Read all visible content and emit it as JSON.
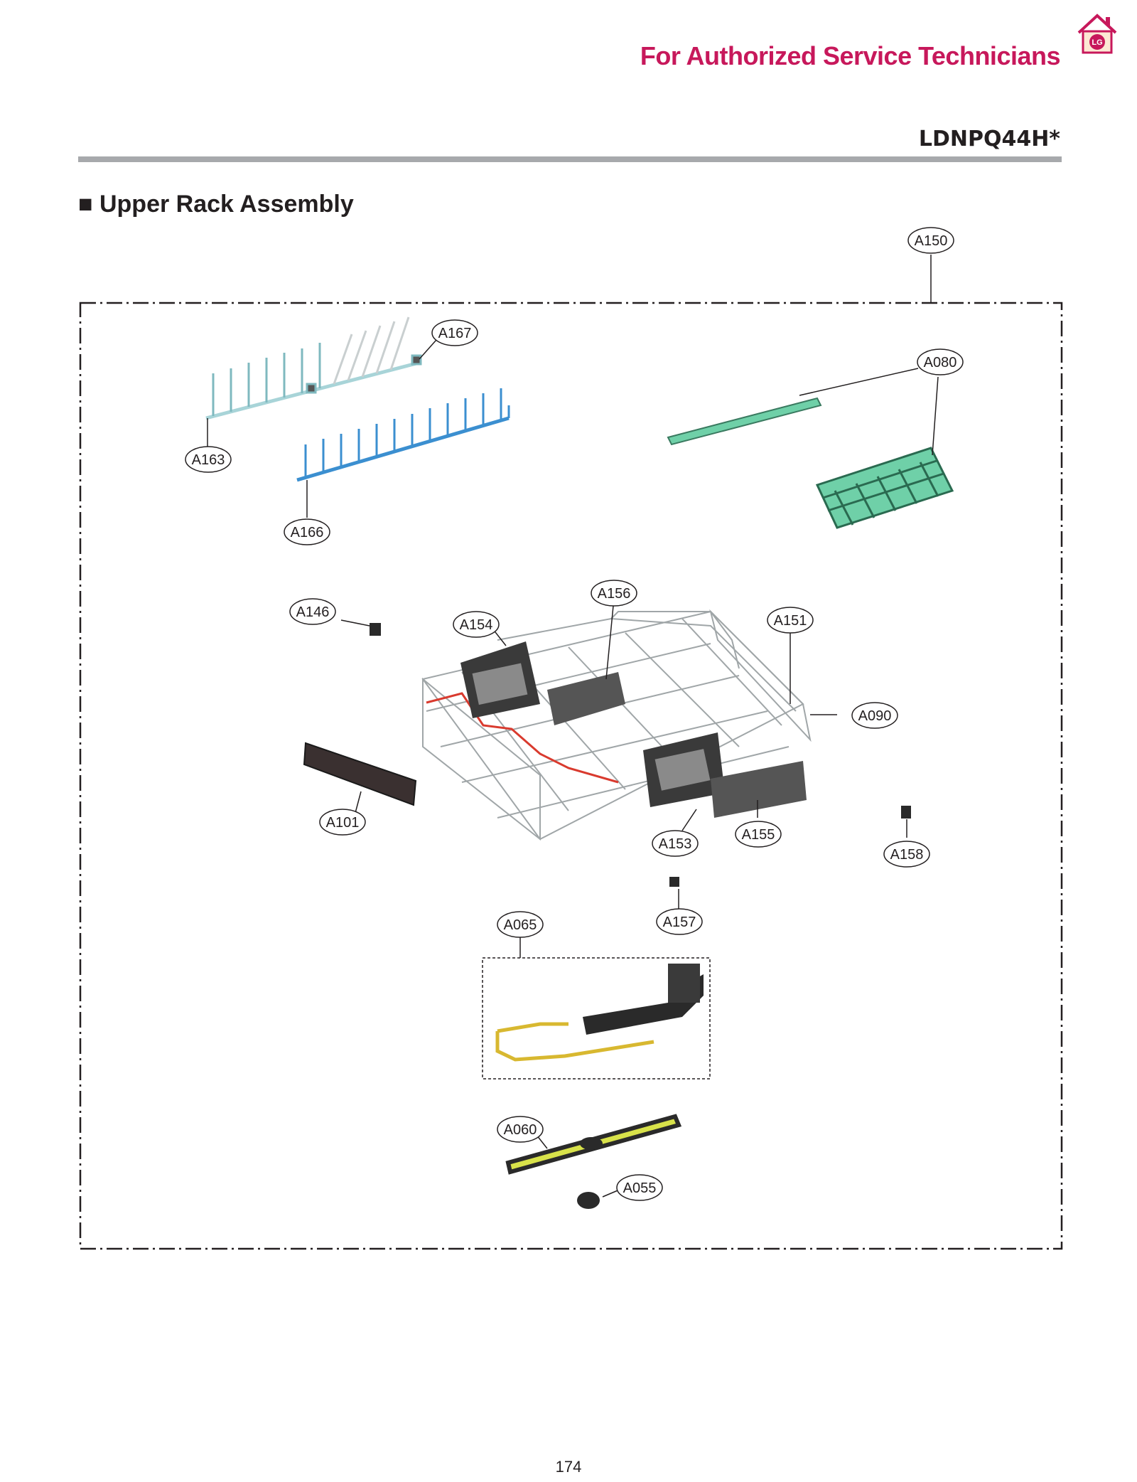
{
  "header": {
    "title": "For Authorized Service Technicians",
    "model": "LDNPQ44H*",
    "logo_icon": "lg-home-logo-icon"
  },
  "section": {
    "title": "■ Upper Rack Assembly"
  },
  "callouts": {
    "A150": "A150",
    "A167": "A167",
    "A080": "A080",
    "A163": "A163",
    "A166": "A166",
    "A156": "A156",
    "A146": "A146",
    "A154": "A154",
    "A151": "A151",
    "A090": "A090",
    "A101": "A101",
    "A153": "A153",
    "A155": "A155",
    "A158": "A158",
    "A157": "A157",
    "A065": "A065",
    "A060": "A060",
    "A055": "A055"
  },
  "colors": {
    "brand": "#c7185b",
    "rule": "#a7a9ac",
    "tine_light": "#a8d4d8",
    "tine_blue": "#3b8fd0",
    "basket_green": "#6fd0a8",
    "rail_red": "#d93a2e",
    "spray_yellow": "#d8e24a",
    "part_black": "#2a2a2a"
  },
  "page": {
    "number": "174"
  }
}
